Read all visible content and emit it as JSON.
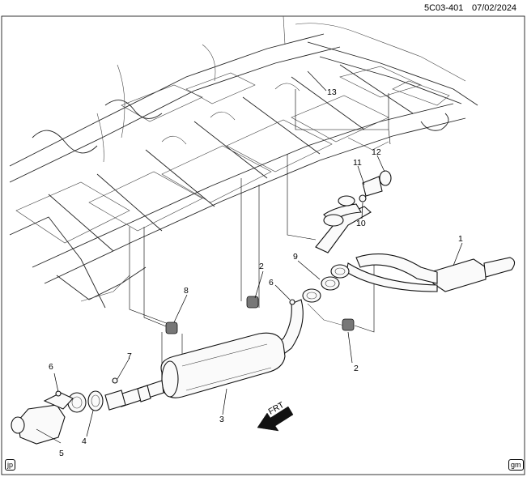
{
  "header": {
    "code": "5C03-401",
    "date": "07/02/2024"
  },
  "front_arrow_label": "FRT",
  "footer": {
    "left_tag": "jp",
    "right_tag": "gm"
  },
  "callouts": {
    "c1": "1",
    "c2a": "2",
    "c2b": "2",
    "c3": "3",
    "c4": "4",
    "c5": "5",
    "c6a": "6",
    "c6b": "6",
    "c7": "7",
    "c8": "8",
    "c9": "9",
    "c10": "10",
    "c11": "11",
    "c12": "12",
    "c13": "13"
  }
}
